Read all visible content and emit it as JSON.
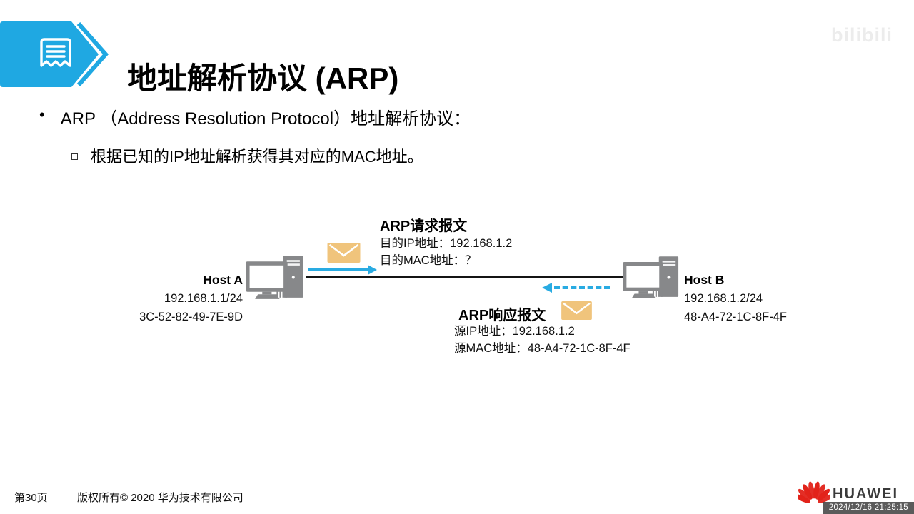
{
  "watermark": {
    "text": "bilibili"
  },
  "header": {
    "title": "地址解析协议 (ARP)"
  },
  "bullets": {
    "main": "ARP （Address Resolution Protocol）地址解析协议：",
    "sub": "根据已知的IP地址解析获得其对应的MAC地址。"
  },
  "diagram": {
    "request": {
      "title": "ARP请求报文",
      "line1": "目的IP地址：192.168.1.2",
      "line2": "目的MAC地址：？"
    },
    "reply": {
      "title": "ARP响应报文",
      "line1": "源IP地址：192.168.1.2",
      "line2": "源MAC地址：48-A4-72-1C-8F-4F"
    },
    "host_a": {
      "name": "Host A",
      "ip": "192.168.1.1/24",
      "mac": "3C-52-82-49-7E-9D"
    },
    "host_b": {
      "name": "Host B",
      "ip": "192.168.1.2/24",
      "mac": "48-A4-72-1C-8F-4F"
    }
  },
  "footer": {
    "page": "第30页",
    "copyright": "版权所有© 2020 华为技术有限公司",
    "brand": "HUAWEI"
  },
  "overlay": {
    "timestamp": "2024/12/16 21:25:15"
  },
  "colors": {
    "accent_blue": "#29ABE2",
    "envelope_gold": "#F0C47C",
    "device_gray": "#87888A",
    "huawei_red": "#E2231A",
    "line_black": "#141414"
  }
}
